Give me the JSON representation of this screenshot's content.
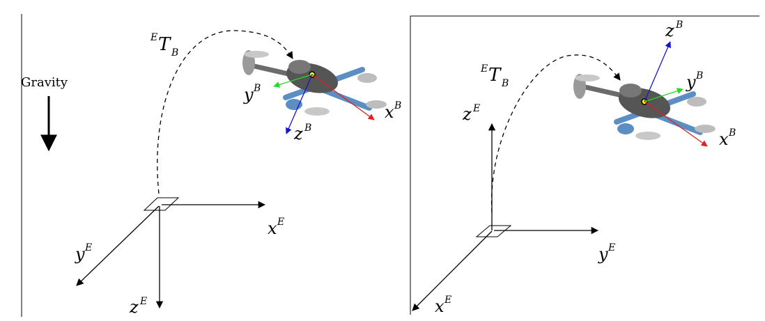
{
  "left_panel": {
    "gravity_label": "Gravity",
    "transform_label": {
      "pre_sup": "E",
      "main": "T",
      "sub": "B"
    },
    "earth_axes": {
      "x": {
        "base": "x",
        "sup": "E"
      },
      "y": {
        "base": "y",
        "sup": "E"
      },
      "z": {
        "base": "z",
        "sup": "E"
      }
    },
    "body_axes": {
      "x": {
        "base": "x",
        "sup": "B"
      },
      "y": {
        "base": "y",
        "sup": "B"
      },
      "z": {
        "base": "z",
        "sup": "B"
      }
    }
  },
  "right_panel": {
    "transform_label": {
      "pre_sup": "E",
      "main": "T",
      "sub": "B"
    },
    "earth_axes": {
      "x": {
        "base": "x",
        "sup": "E"
      },
      "y": {
        "base": "y",
        "sup": "E"
      },
      "z": {
        "base": "z",
        "sup": "E"
      }
    },
    "body_axes": {
      "x": {
        "base": "x",
        "sup": "B"
      },
      "y": {
        "base": "y",
        "sup": "B"
      },
      "z": {
        "base": "z",
        "sup": "B"
      }
    }
  },
  "colors": {
    "axis_x_body": "#e02020",
    "axis_y_body": "#22dd22",
    "axis_z_body": "#1515cc",
    "drone_body": "#555555",
    "drone_arm_blue": "#5b8fc4",
    "frame_lines": "#000000"
  },
  "icons": [
    "quadrotor-icon",
    "gravity-arrow-icon"
  ]
}
